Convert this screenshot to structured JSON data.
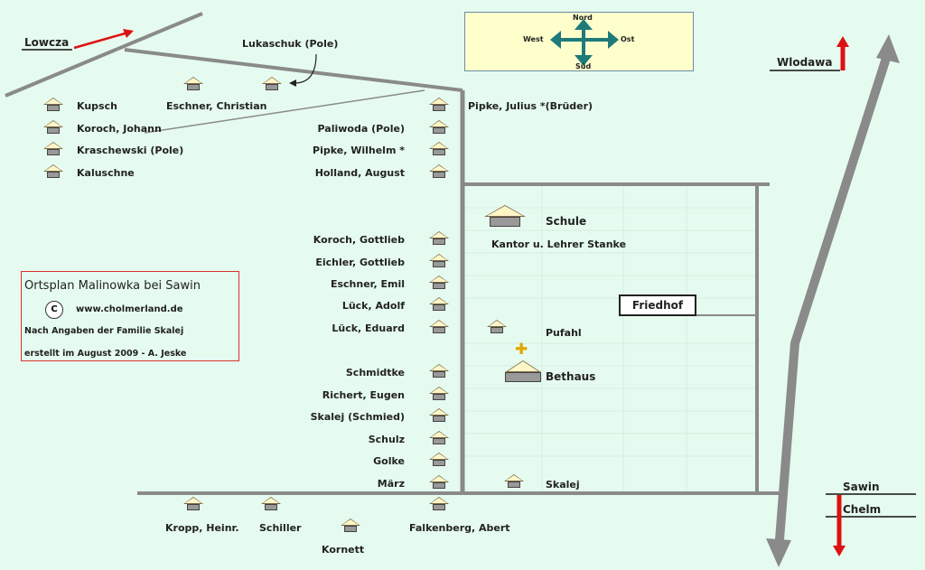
{
  "compass": {
    "north": "Nord",
    "south": "Süd",
    "west": "West",
    "east": "Ost"
  },
  "legend": {
    "title": "Ortsplan Malinowka bei Sawin",
    "icon_letter": "C",
    "website": "www.cholmerland.de",
    "line1": "Nach Angaben der Familie Skalej",
    "line2": "erstellt  im August 2009 - A. Jeske"
  },
  "destinations": {
    "lowcza": "Lowcza",
    "wlodawa": "Wlodawa",
    "sawin": "Sawin",
    "chelm": "Chelm"
  },
  "landmarks": {
    "friedhof": "Friedhof",
    "schule": "Schule",
    "schule_note": "Kantor u. Lehrer Stanke",
    "bethaus": "Bethaus"
  },
  "residents": {
    "lukaschuk": "Lukaschuk (Pole)",
    "kupsch": "Kupsch",
    "eschner_christian": "Eschner, Christian",
    "koroch_johann": "Koroch, Johann",
    "kraschewski": "Kraschewski (Pole)",
    "kaluschne": "Kaluschne",
    "pipke_julius": "Pipke, Julius *(Brüder)",
    "paliwoda": "Paliwoda (Pole)",
    "pipke_wilhelm": "Pipke, Wilhelm *",
    "holland": "Holland, August",
    "koroch_gottlieb": "Koroch, Gottlieb",
    "eichler": "Eichler, Gottlieb",
    "eschner_emil": "Eschner, Emil",
    "lueck_adolf": "Lück, Adolf",
    "lueck_eduard": "Lück, Eduard",
    "pufahl": "Pufahl",
    "schmidtke": "Schmidtke",
    "richert": "Richert, Eugen",
    "skalej_schmied": "Skalej (Schmied)",
    "schulz": "Schulz",
    "golke": "Golke",
    "maerz": "März",
    "skalej": "Skalej",
    "kropp": "Kropp, Heinr.",
    "schiller": "Schiller",
    "kornett": "Kornett",
    "falkenberg": "Falkenberg, Abert"
  },
  "colors": {
    "road": "#8a8a8a",
    "arrow_red": "#dd1111",
    "compass_arrow": "#1f7a7a",
    "legend_border": "#d83030"
  }
}
